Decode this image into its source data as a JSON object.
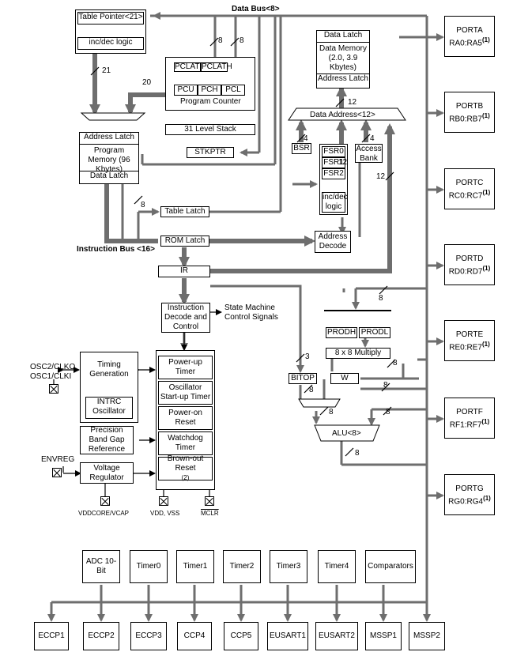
{
  "buses": {
    "data_bus": "Data Bus<8>",
    "instruction_bus": "Instruction Bus <16>",
    "data_address": "Data Address<12>"
  },
  "table_pointer": {
    "title": "Table Pointer<21>",
    "logic": "inc/dec logic"
  },
  "program_counter": {
    "pclatu": "PCLATU",
    "pclath": "PCLATH",
    "pcu": "PCU",
    "pch": "PCH",
    "pcl": "PCL",
    "title": "Program Counter"
  },
  "stack": {
    "label": "31 Level Stack",
    "stkptr": "STKPTR"
  },
  "program_memory": {
    "address_latch": "Address Latch",
    "memory": "Program Memory (96 Kbytes)",
    "data_latch": "Data Latch"
  },
  "data_memory": {
    "data_latch": "Data Latch",
    "memory": "Data Memory (2.0, 3.9 Kbytes)",
    "address_latch": "Address Latch"
  },
  "latches": {
    "table_latch": "Table Latch",
    "rom_latch": "ROM Latch",
    "ir": "IR"
  },
  "address_decode": "Address Decode",
  "bsr": "BSR",
  "access_bank": "Access Bank",
  "fsr": [
    "FSR0",
    "FSR1",
    "FSR2"
  ],
  "incdec_logic": "inc/dec logic",
  "instruction_decode": "Instruction Decode and Control",
  "state_machine": "State Machine Control Signals",
  "timing_generation": "Timing Generation",
  "intrc_oscillator": "INTRC Oscillator",
  "precision_ref": "Precision Band Gap Reference",
  "voltage_regulator": "Voltage Regulator",
  "reset_blocks": [
    "Power-up Timer",
    "Oscillator Start-up Timer",
    "Power-on Reset",
    "Watchdog Timer",
    "Brown-out Reset"
  ],
  "brownout_sup": "(2)",
  "pins": {
    "osc": "OSC2/CLKO OSC1/CLKI",
    "envreg": "ENVREG",
    "vddcore": "VDDCORE/VCAP",
    "vdd": "VDD, VSS",
    "mclr": "MCLR"
  },
  "multiplier": {
    "prodh": "PRODH",
    "prodl": "PRODL",
    "mult": "8 x 8 Multiply"
  },
  "bitop": "BITOP",
  "w": "W",
  "alu": "ALU<8>",
  "bus_widths": {
    "w8": "8",
    "w21": "21",
    "w20": "20",
    "w12": "12",
    "w4": "4",
    "w3": "3"
  },
  "ports": [
    {
      "name": "PORTA",
      "pins": "RA0:RA5",
      "note": "(1)"
    },
    {
      "name": "PORTB",
      "pins": "RB0:RB7",
      "note": "(1)"
    },
    {
      "name": "PORTC",
      "pins": "RC0:RC7",
      "note": "(1)"
    },
    {
      "name": "PORTD",
      "pins": "RD0:RD7",
      "note": "(1)"
    },
    {
      "name": "PORTE",
      "pins": "RE0:RE7",
      "note": "(1)"
    },
    {
      "name": "PORTF",
      "pins": "RF1:RF7",
      "note": "(1)"
    },
    {
      "name": "PORTG",
      "pins": "RG0:RG4",
      "note": "(1)"
    }
  ],
  "peripherals_top": [
    "ADC 10-Bit",
    "Timer0",
    "Timer1",
    "Timer2",
    "Timer3",
    "Timer4",
    "Comparators"
  ],
  "peripherals_bottom": [
    "ECCP1",
    "ECCP2",
    "ECCP3",
    "CCP4",
    "CCP5",
    "EUSART1",
    "EUSART2",
    "MSSP1",
    "MSSP2"
  ]
}
